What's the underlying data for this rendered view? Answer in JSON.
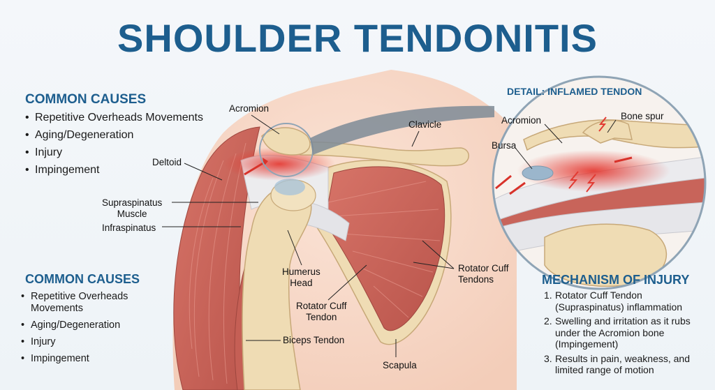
{
  "title": "SHOULDER TENDONITIS",
  "causes_top": {
    "heading": "COMMON CAUSES",
    "items": [
      "Repetitive Overheads Movements",
      "Aging/Degeneration",
      "Injury",
      "Impingement"
    ]
  },
  "causes_bottom": {
    "heading": "COMMON CAUSES",
    "items": [
      "Repetitive Overheads Movements",
      "Aging/Degeneration",
      "Injury",
      "Impingement"
    ]
  },
  "labels": {
    "acromion": "Acromion",
    "clavicle": "Clavicle",
    "deltoid": "Deltoid",
    "supraspinatus_1": "Supraspinatus",
    "supraspinatus_2": "Muscle",
    "infraspinatus": "Infraspinatus",
    "humerus_1": "Humerus",
    "humerus_2": "Head",
    "rc_tendon_1": "Rotator Cuff",
    "rc_tendon_2": "Tendon",
    "rc_tendons_1": "Rotator Cuff",
    "rc_tendons_2": "Tendons",
    "biceps": "Biceps Tendon",
    "scapula": "Scapula"
  },
  "detail": {
    "heading": "DETAIL: INFLAMED TENDON",
    "acromion": "Acromion",
    "bone_spur": "Bone spur",
    "bursa": "Bursa"
  },
  "mechanism": {
    "heading": "MECHANISM OF INJURY",
    "items": [
      {
        "num": "1.",
        "line1": "Rotator Cuff Tendon",
        "line2": "(Supraspinatus) inflammation",
        "line3": ""
      },
      {
        "num": "2.",
        "line1": "Swelling and irritation as it rubs",
        "line2": "under the Acromion bone",
        "line3": "(Impingement)"
      },
      {
        "num": "3.",
        "line1": "Results in pain, weakness, and",
        "line2": "limited range of motion",
        "line3": ""
      }
    ]
  },
  "colors": {
    "title": "#1d5e8e",
    "muscle": "#c8645a",
    "bone": "#efdcb4",
    "tendon": "#e8e8ea",
    "inflamed": "#e23a32"
  }
}
